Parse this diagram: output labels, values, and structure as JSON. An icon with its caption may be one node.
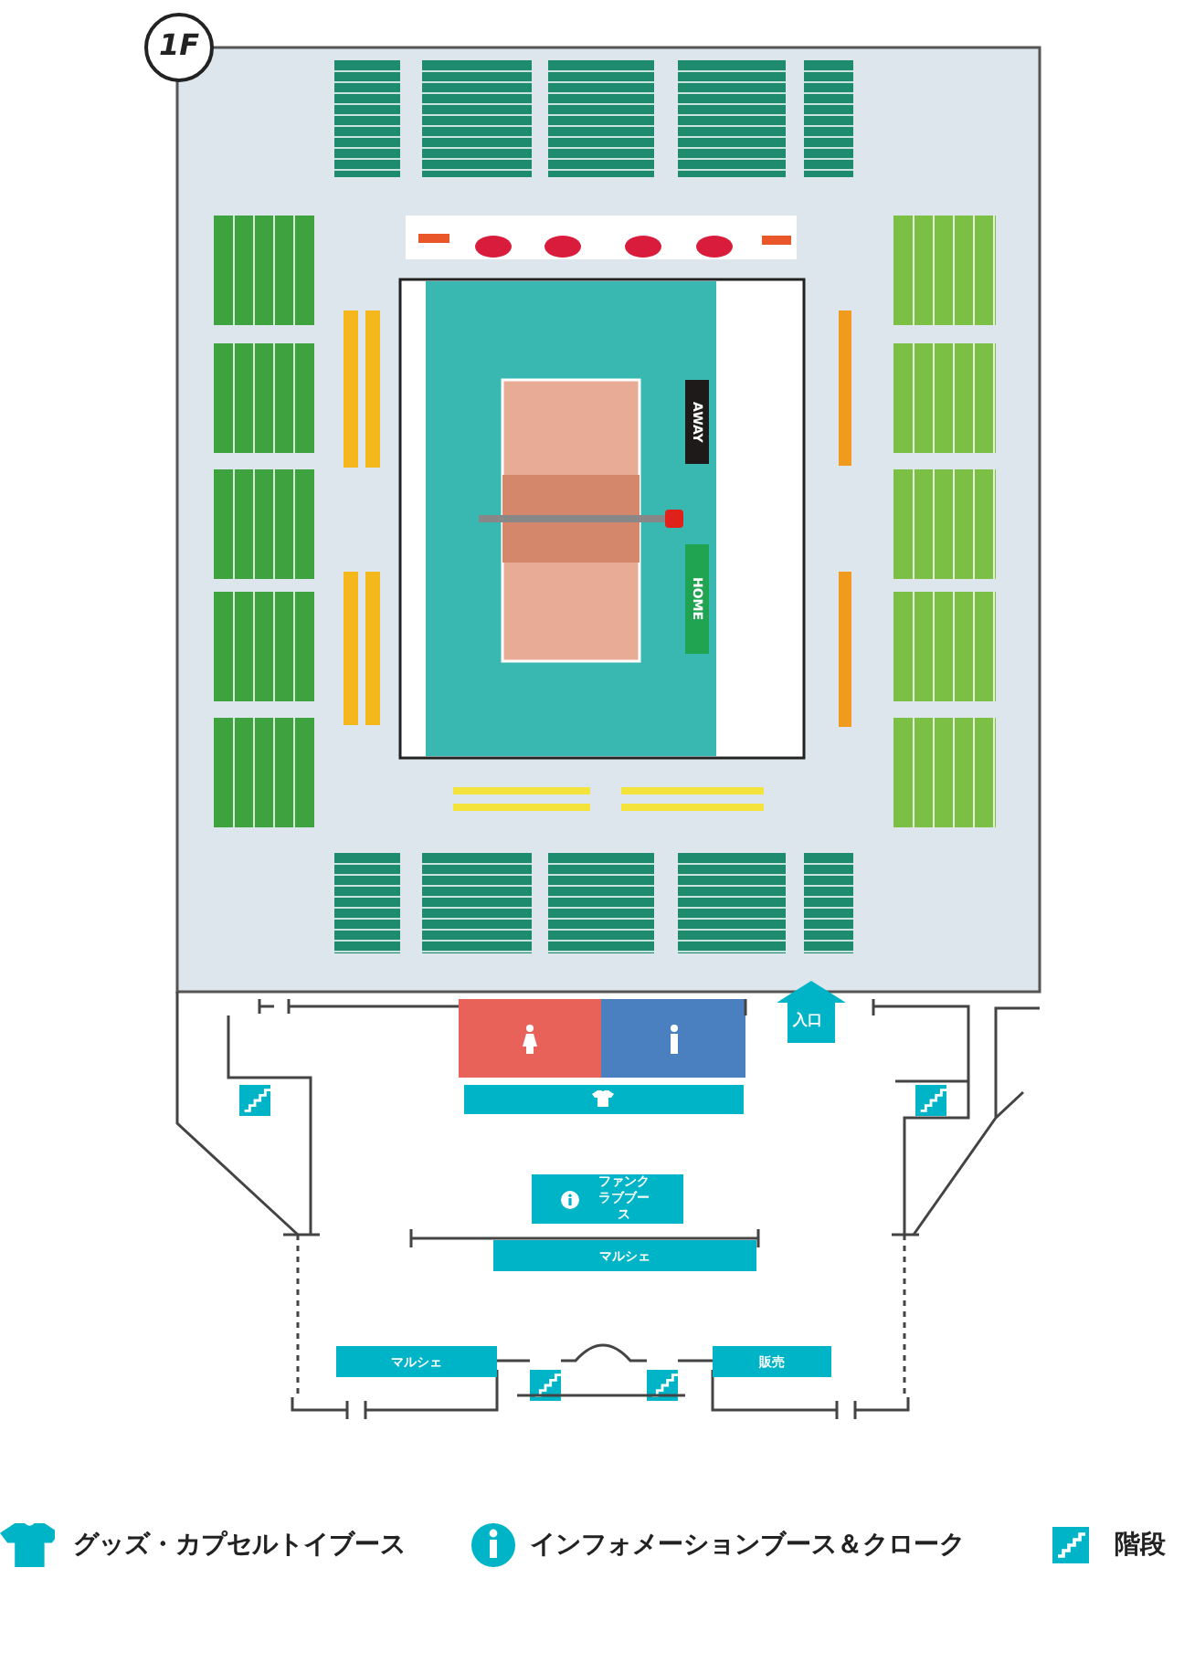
{
  "diagram": {
    "nodes": [
      {
        "text": [
          "AWAY"
        ]
      },
      {
        "text": [
          "HOME"
        ]
      },
      {
        "text": [
          "入口"
        ]
      },
      {
        "text": [
          "ファンクラブブース"
        ]
      },
      {
        "text": [
          "マルシェ"
        ]
      },
      {
        "text": [
          "マルシェ"
        ]
      },
      {
        "text": [
          "販売"
        ]
      }
    ],
    "labels": [
      "1F"
    ],
    "legend": [
      {
        "text": "グッズ・カプセルトイブース"
      },
      {
        "text": "インフォメーションブース＆クローク"
      },
      {
        "text": "階段"
      }
    ]
  }
}
